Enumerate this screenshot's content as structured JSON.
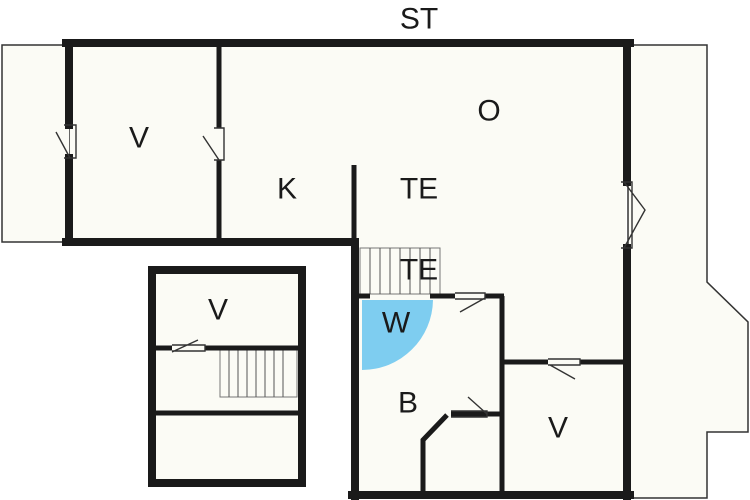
{
  "colors": {
    "floor": "#fbfbf5",
    "wall": "#1a1a1a",
    "thin_line": "#333333",
    "wc": "#7ecdf0"
  },
  "labels": {
    "terrace": "ST",
    "living": "O",
    "kitchen": "K",
    "hall_upper": "TE",
    "hall_lower": "TE",
    "wc": "W",
    "bath": "B",
    "room_left_top": "V",
    "room_left_bottom": "V",
    "room_right_bottom": "V"
  }
}
